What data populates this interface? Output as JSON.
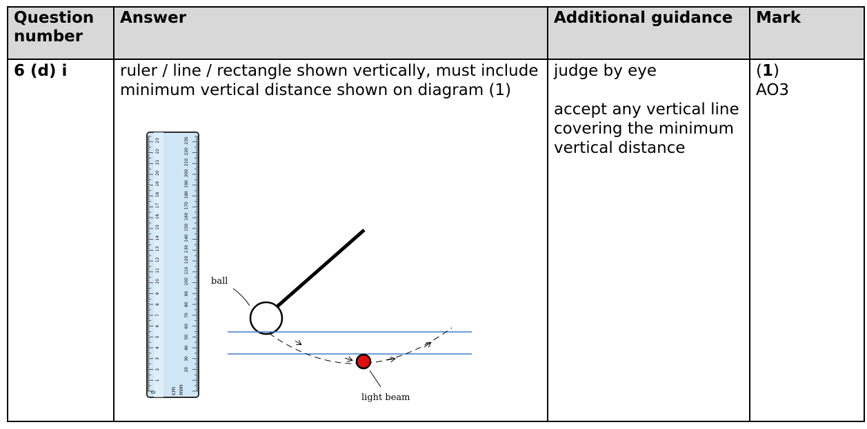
{
  "table": {
    "headers": {
      "question_number": "Question number",
      "answer": "Answer",
      "additional_guidance": "Additional guidance",
      "mark": "Mark"
    },
    "row": {
      "question_number": "6 (d) i",
      "answer": "ruler / line / rectangle shown vertically, must include minimum vertical distance shown on diagram (1)",
      "guidance_1": "judge by eye",
      "guidance_2": "accept any vertical line covering the minimum vertical distance",
      "mark_open": "(",
      "mark_value": "1",
      "mark_close": ")",
      "mark_ao": "AO3"
    }
  },
  "diagram": {
    "ball_label": "ball",
    "light_beam_label": "light beam",
    "ruler_cm_ticks": [
      "1",
      "2",
      "3",
      "4",
      "5",
      "6",
      "7",
      "8",
      "9",
      "10",
      "11",
      "12",
      "13",
      "14",
      "15",
      "16",
      "17",
      "18",
      "19",
      "20",
      "21",
      "22",
      "23"
    ],
    "ruler_mm_ticks": [
      "20",
      "30",
      "40",
      "50",
      "60",
      "70",
      "80",
      "90",
      "100",
      "110",
      "120",
      "130",
      "140",
      "150",
      "160",
      "170",
      "180",
      "190",
      "200",
      "210",
      "220",
      "230"
    ],
    "ruler_unit_cm": "cm",
    "ruler_unit_mm": "mm",
    "ruler_zero": "0",
    "colors": {
      "ruler_fill": "#cfe6f6",
      "lines": "#3c7bc8",
      "light_beam": "#e01010"
    }
  }
}
